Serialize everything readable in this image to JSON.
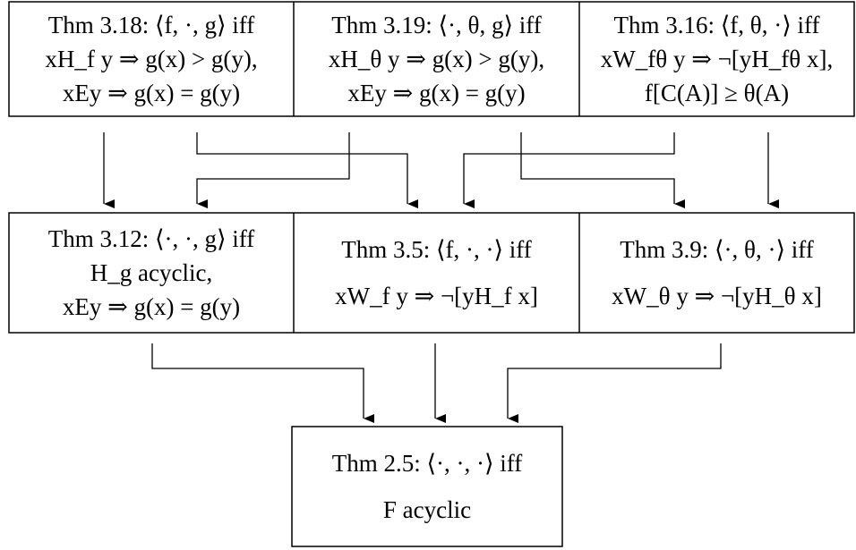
{
  "top_row": {
    "thm_3_18": {
      "line1": "Thm 3.18: ⟨f, ·, g⟩ iff",
      "line2": "xH_f y ⇒ g(x) > g(y),",
      "line3": "xEy ⇒ g(x) = g(y)"
    },
    "thm_3_19": {
      "line1": "Thm 3.19: ⟨·, θ, g⟩ iff",
      "line2": "xH_θ y ⇒ g(x) > g(y),",
      "line3": "xEy ⇒ g(x) = g(y)"
    },
    "thm_3_16": {
      "line1": "Thm 3.16: ⟨f, θ, ·⟩ iff",
      "line2": "xW_fθ y ⇒ ¬[yH_fθ x],",
      "line3": "f[C(A)] ≥ θ(A)"
    }
  },
  "middle_row": {
    "thm_3_12": {
      "line1": "Thm 3.12: ⟨·, ·, g⟩ iff",
      "line2": "H_g acyclic,",
      "line3": "xEy ⇒ g(x) = g(y)"
    },
    "thm_3_5": {
      "line1": "Thm 3.5: ⟨f, ·, ·⟩ iff",
      "line2": "xW_f y ⇒ ¬[yH_f x]"
    },
    "thm_3_9": {
      "line1": "Thm 3.9: ⟨·, θ, ·⟩ iff",
      "line2": "xW_θ y ⇒ ¬[yH_θ x]"
    }
  },
  "bottom": {
    "thm_2_5": {
      "line1": "Thm 2.5: ⟨·, ·, ·⟩ iff",
      "line2": "F acyclic"
    }
  }
}
